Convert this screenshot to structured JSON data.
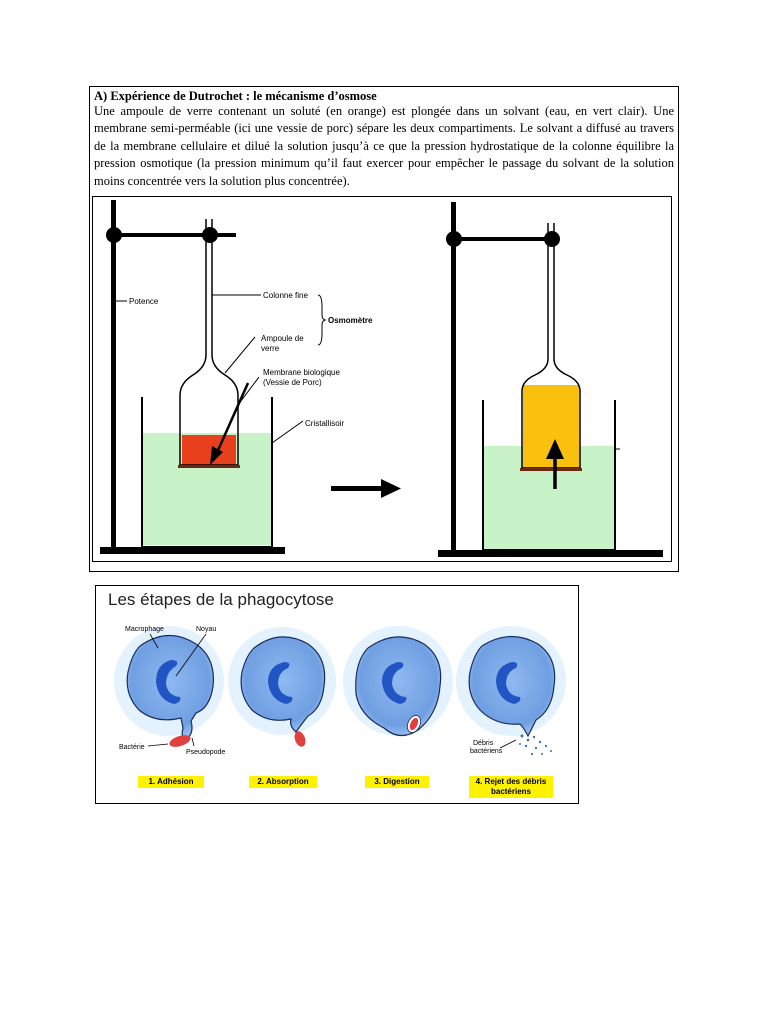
{
  "osmosis": {
    "title": "A) Expérience de Dutrochet : le mécanisme d’osmose",
    "text": "Une ampoule de verre contenant un soluté (en orange) est plongée dans un solvant (eau, en vert clair). Une membrane semi-perméable (ici une vessie de porc) sépare les deux compartiments. Le solvant a diffusé au travers de la membrane cellulaire et dilué la solution jusqu’à ce que la pression hydrostatique de la colonne équilibre la pression osmotique (la pression minimum qu’il faut exercer pour empêcher le passage du solvant de la solution moins concentrée vers la solution plus concentrée).",
    "labels": {
      "potence": "Potence",
      "colonne": "Colonne fine",
      "osmometre": "Osmomètre",
      "ampoule_1": "Ampoule de",
      "ampoule_2": "verre",
      "membrane_1": "Membrane biologique",
      "membrane_2": "(Vessie de Porc)",
      "cristallisoir": "Cristallisoir"
    },
    "colors": {
      "solvent": "#c8f2c8",
      "solute_initial": "#e8401c",
      "solute_final": "#f9c10d"
    }
  },
  "phago": {
    "title": "Les étapes de la phagocytose",
    "labels": {
      "macrophage": "Macrophage",
      "noyau": "Noyau",
      "bacterie": "Bactérie",
      "pseudopode": "Pseudopode",
      "debris_1": "Débris",
      "debris_2": "bactériens"
    },
    "steps": [
      {
        "line1": "1. Adhésion",
        "line2": ""
      },
      {
        "line1": "2. Absorption",
        "line2": ""
      },
      {
        "line1": "3. Digestion",
        "line2": ""
      },
      {
        "line1": "4. Rejet des débris",
        "line2": "bactériens"
      }
    ],
    "colors": {
      "cell": "#7aa8e6",
      "nucleus": "#2255c4",
      "bacteria": "#e04040",
      "label_bg": "#fff200"
    }
  }
}
